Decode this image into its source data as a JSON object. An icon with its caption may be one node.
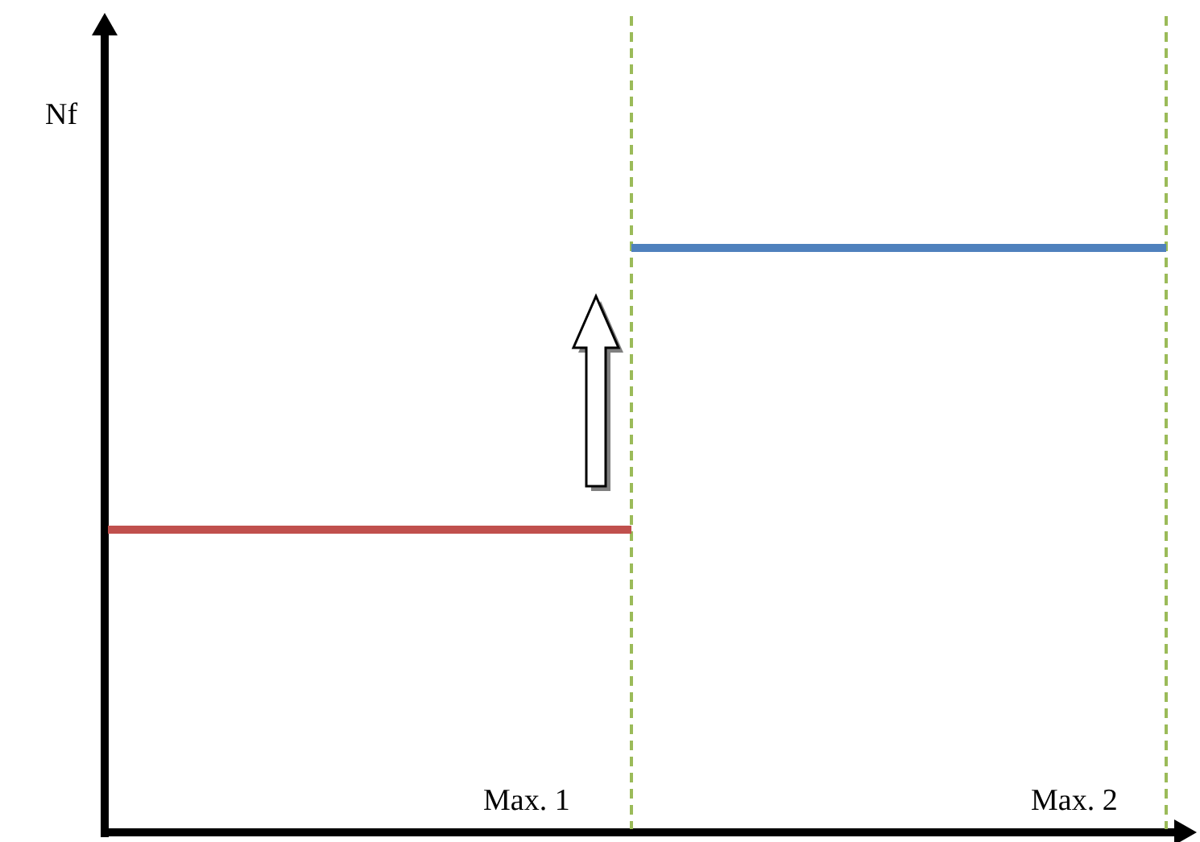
{
  "diagram": {
    "labels": [
      "Nf",
      "Max. 1",
      "Max. 2"
    ]
  }
}
